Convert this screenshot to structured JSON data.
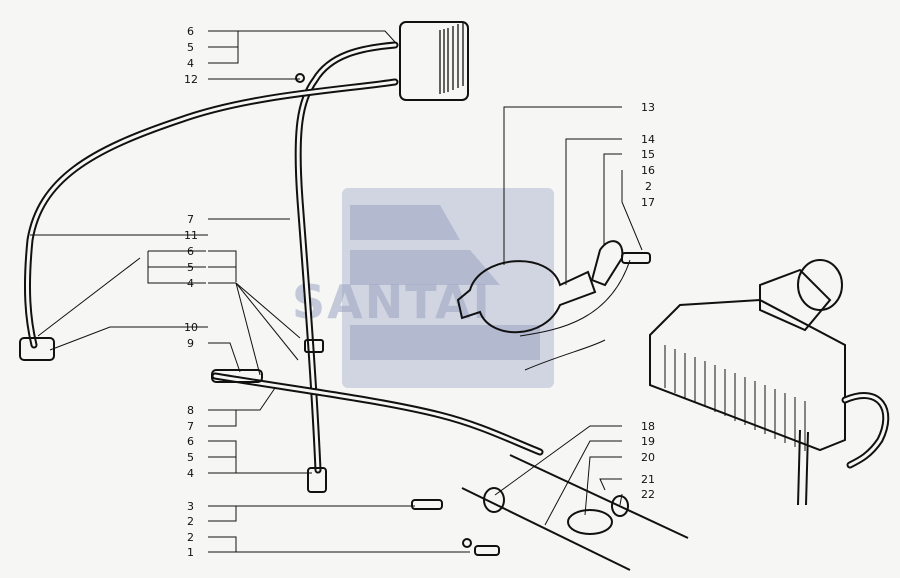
{
  "watermark": {
    "text": "SANTAI",
    "color": "#8d99bd"
  },
  "callouts_left": [
    "6",
    "5",
    "4",
    "12",
    "7",
    "11",
    "6",
    "5",
    "4",
    "10",
    "9",
    "8",
    "7",
    "6",
    "5",
    "4",
    "3",
    "2",
    "2",
    "1"
  ],
  "callouts_right": [
    "13",
    "14",
    "15",
    "16",
    "2",
    "17",
    "18",
    "19",
    "20",
    "21",
    "22"
  ]
}
